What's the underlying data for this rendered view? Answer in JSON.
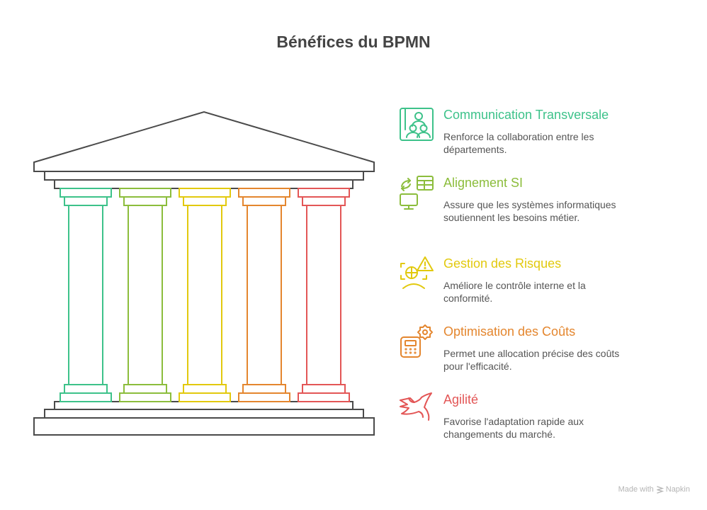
{
  "title": "Bénéfices du BPMN",
  "colors": {
    "title": "#444444",
    "structure": "#4a4a4a",
    "description": "#555555"
  },
  "pillars": [
    {
      "heading": "Communication Transversale",
      "description": "Renforce la collaboration entre les départements.",
      "icon": "team-presentation-icon",
      "color": "#3dc28a"
    },
    {
      "heading": "Alignement SI",
      "description": "Assure que les systèmes informatiques soutiennent les besoins métier.",
      "icon": "sync-monitor-table-icon",
      "color": "#8cbd3c"
    },
    {
      "heading": "Gestion des Risques",
      "description": "Améliore le contrôle interne et la conformité.",
      "icon": "risk-warning-scan-icon",
      "color": "#e2c90e"
    },
    {
      "heading": "Optimisation des Coûts",
      "description": "Permet une allocation précise des coûts pour l'efficacité.",
      "icon": "calculator-gear-icon",
      "color": "#e4862e"
    },
    {
      "heading": "Agilité",
      "description": "Favorise l'adaptation rapide aux changements du marché.",
      "icon": "bird-flying-icon",
      "color": "#e35656"
    }
  ],
  "footer": {
    "made_with": "Made with",
    "brand": "Napkin"
  }
}
